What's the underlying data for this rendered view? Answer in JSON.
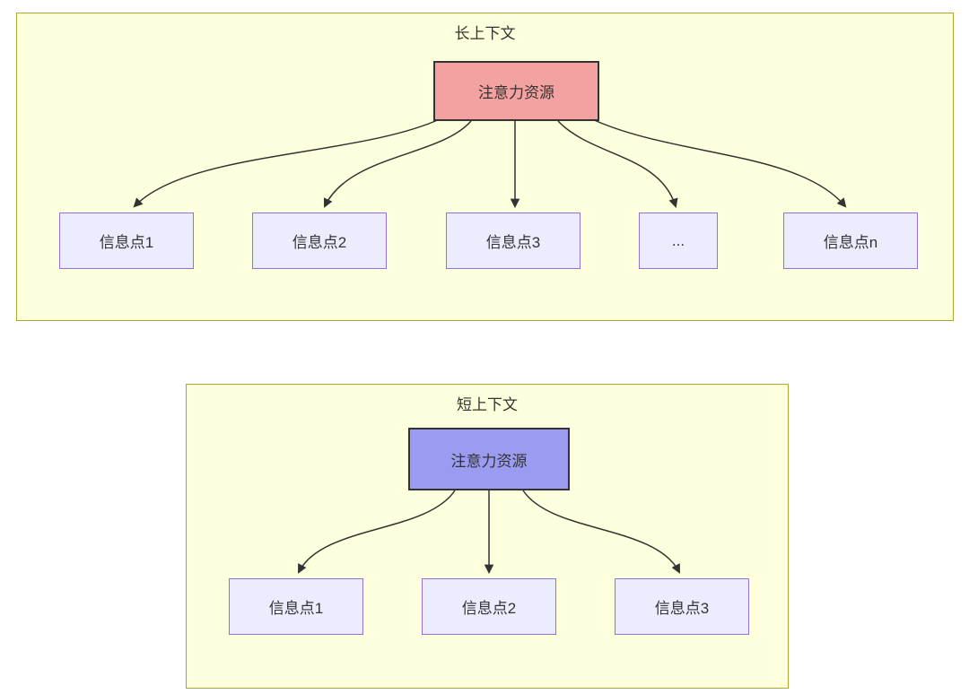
{
  "diagram": {
    "long_context": {
      "title": "长上下文",
      "attention_node": "注意力资源",
      "attention_color": "#f4a1a1",
      "info_nodes": [
        "信息点1",
        "信息点2",
        "信息点3",
        "...",
        "信息点n"
      ]
    },
    "short_context": {
      "title": "短上下文",
      "attention_node": "注意力资源",
      "attention_color": "#9b9bf2",
      "info_nodes": [
        "信息点1",
        "信息点2",
        "信息点3"
      ]
    },
    "colors": {
      "panel_fill": "#feffdd",
      "panel_border": "#aaaa33",
      "info_node_fill": "#ececff",
      "info_node_border": "#9370db",
      "source_node_border": "#333333",
      "arrow": "#333333",
      "text": "#333333"
    }
  }
}
